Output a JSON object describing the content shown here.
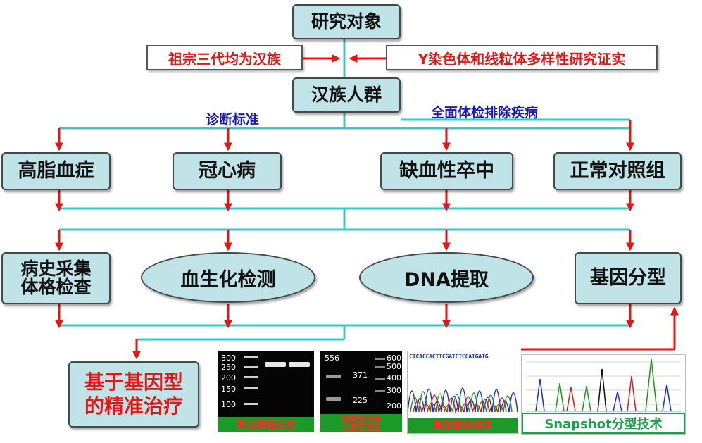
{
  "diagram": {
    "title_box": "研究对象",
    "han_box": "汉族人群",
    "note_left": "祖宗三代均为汉族",
    "note_right": "Y染色体和线粒体多样性研究证实",
    "caption_diagnosis": "诊断标准",
    "caption_exam": "全面体检排除疾病",
    "groups": [
      "高脂血症",
      "冠心病",
      "缺血性卒中",
      "正常对照组"
    ],
    "steps": [
      "病史采集\n体格检查",
      "血生化检测",
      "DNA提取",
      "基因分型"
    ],
    "result": "基于基因型\n的精准治疗",
    "colors": {
      "box_fill": "#bfe3e6",
      "arrow": "#e41515",
      "connector": "#3ec6c6",
      "caption": "#1a1ab8"
    }
  },
  "panels": {
    "pcr": {
      "label": "聚合酶链反应",
      "ticks": [
        "300",
        "250",
        "200",
        "150",
        "100"
      ]
    },
    "rflp": {
      "label": "限制性片段\n长度多态性",
      "left_tick": "556",
      "band_labels": [
        "371",
        "225"
      ],
      "right_ticks": [
        "600",
        "500",
        "400",
        "300",
        "200"
      ]
    },
    "sequencing": {
      "label": "基因直接测序",
      "sequence": "CTCACCACTTCGATCTCCATGATG"
    },
    "snapshot": {
      "label": "Snapshot分型技术"
    }
  }
}
